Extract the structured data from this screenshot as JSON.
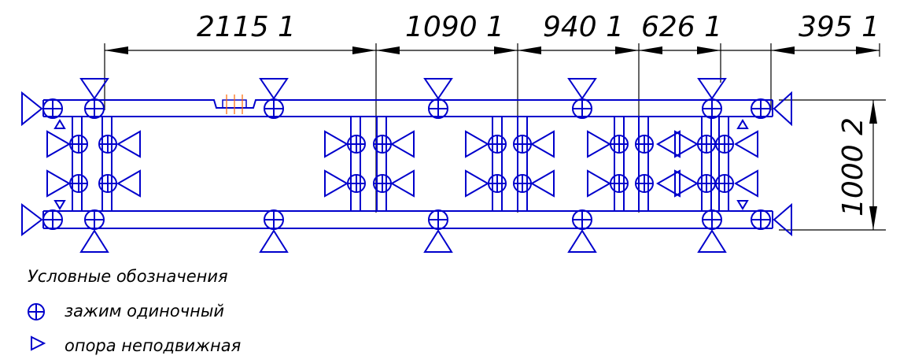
{
  "colors": {
    "drawing": "#0000cc",
    "dimension": "#000000",
    "weld": "#ff6600"
  },
  "dimensions": {
    "top": [
      "2115 1",
      "1090 1",
      "940 1",
      "626 1",
      "395 1"
    ],
    "right": "1000 2"
  },
  "legend": {
    "title": "Условные обозначения",
    "clamp": "зажим одиночный",
    "support": "опора неподвижная"
  },
  "icons": {
    "clamp": "clamp-icon",
    "support": "support-icon"
  }
}
